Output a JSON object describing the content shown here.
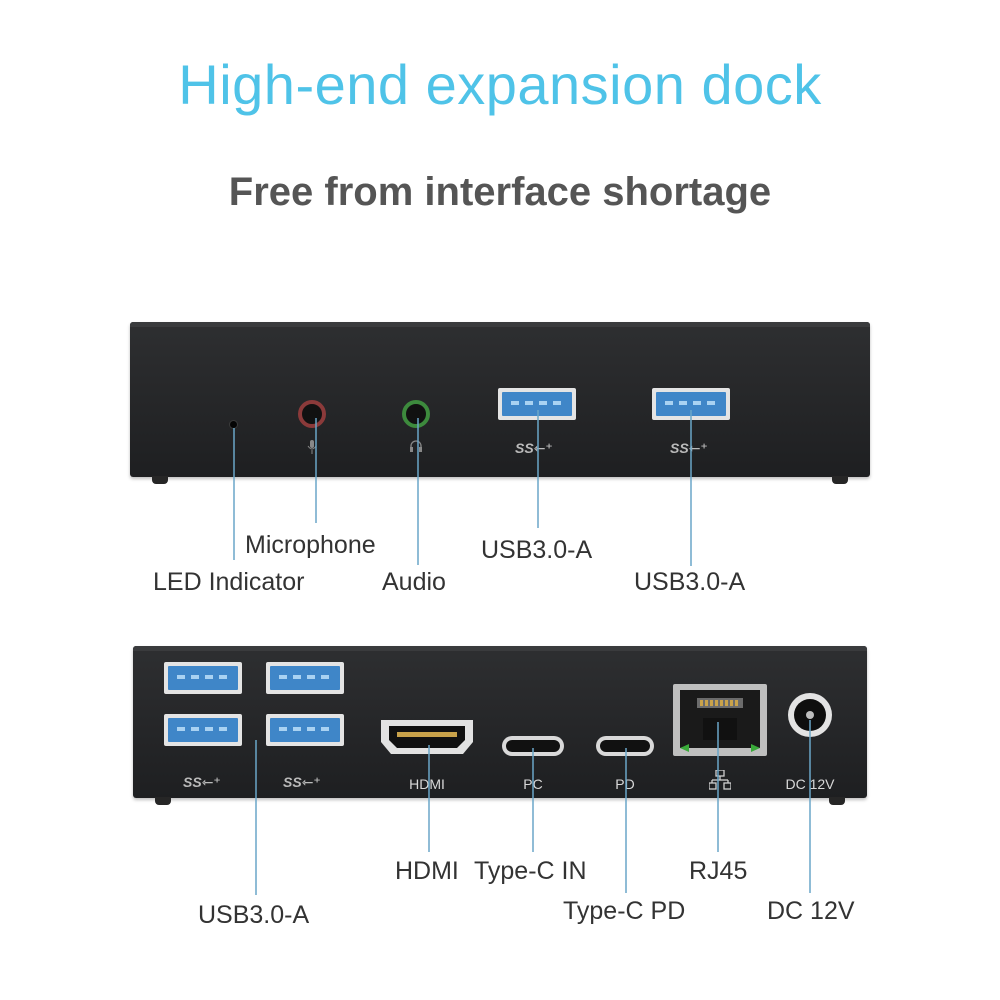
{
  "title": "High-end expansion dock",
  "subtitle": "Free from interface shortage",
  "front": {
    "ss_mark": "SS",
    "callouts": {
      "microphone": "Microphone",
      "led": "LED Indicator",
      "audio": "Audio",
      "usb1": "USB3.0-A",
      "usb2": "USB3.0-A"
    }
  },
  "back": {
    "ports": {
      "hdmi": "HDMI",
      "pc": "PC",
      "pd": "PD",
      "dc": "DC 12V",
      "ss": "SS"
    },
    "callouts": {
      "usb": "USB3.0-A",
      "hdmi": "HDMI",
      "typec_in": "Type-C IN",
      "typec_pd": "Type-C PD",
      "rj45": "RJ45",
      "dc": "DC 12V"
    }
  },
  "colors": {
    "accent": "#4fc3e8",
    "usb_blue": "#3f86c8",
    "leader_line": "#6aa6c8",
    "dock_body": "#262729"
  }
}
